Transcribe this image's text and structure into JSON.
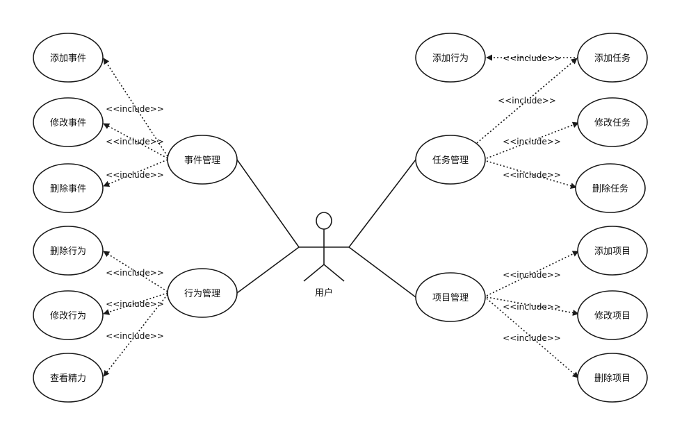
{
  "actor": {
    "label": "用户"
  },
  "use_cases": {
    "event_mgmt": "事件管理",
    "behavior_mgmt": "行为管理",
    "task_mgmt": "任务管理",
    "project_mgmt": "项目管理",
    "add_event": "添加事件",
    "edit_event": "修改事件",
    "delete_event": "删除事件",
    "delete_behavior": "删除行为",
    "edit_behavior": "修改行为",
    "view_energy": "查看精力",
    "add_behavior": "添加行为",
    "add_task": "添加任务",
    "edit_task": "修改任务",
    "delete_task": "删除任务",
    "add_project": "添加项目",
    "edit_project": "修改项目",
    "delete_project": "删除项目"
  },
  "stereotype": "<<include>>"
}
